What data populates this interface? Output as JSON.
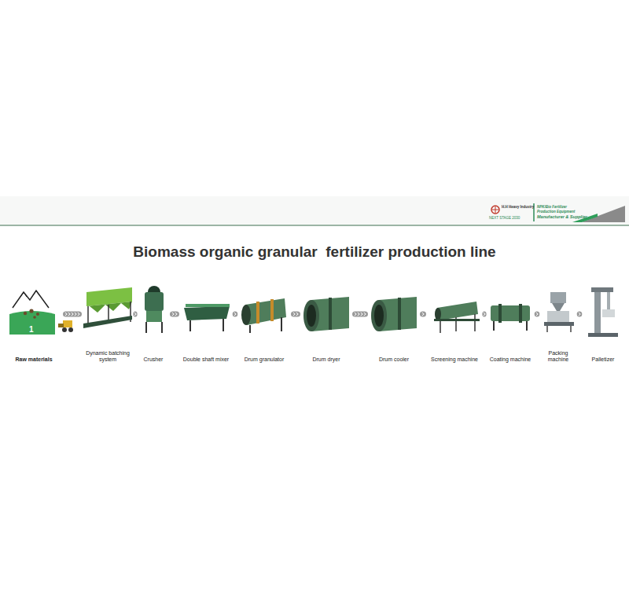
{
  "diagram": {
    "title": "Biomass organic granular  fertilizer production line",
    "nodes": [
      {
        "text": [
          "Raw materials"
        ]
      },
      {
        "text": [
          "Dynamic batching system"
        ]
      },
      {
        "text": [
          "Crusher"
        ]
      },
      {
        "text": [
          "Double shaft mixer"
        ]
      },
      {
        "text": [
          "Drum granulator"
        ]
      },
      {
        "text": [
          "Drum dryer"
        ]
      },
      {
        "text": [
          "Drum cooler"
        ]
      },
      {
        "text": [
          "Screening machine"
        ]
      },
      {
        "text": [
          "Coating machine"
        ]
      },
      {
        "text": [
          "Packing machine"
        ]
      },
      {
        "text": [
          "Palletizer"
        ]
      }
    ],
    "edges": [
      {
        "from": 0,
        "to": 1,
        "arrow": "to"
      },
      {
        "from": 1,
        "to": 2,
        "arrow": "to"
      },
      {
        "from": 2,
        "to": 3,
        "arrow": "to"
      },
      {
        "from": 3,
        "to": 4,
        "arrow": "to"
      },
      {
        "from": 4,
        "to": 5,
        "arrow": "to"
      },
      {
        "from": 5,
        "to": 6,
        "arrow": "to"
      },
      {
        "from": 6,
        "to": 7,
        "arrow": "to"
      },
      {
        "from": 7,
        "to": 8,
        "arrow": "to"
      },
      {
        "from": 8,
        "to": 9,
        "arrow": "to"
      },
      {
        "from": 9,
        "to": 10,
        "arrow": "to"
      }
    ],
    "labels": [
      "1",
      "H.H Heavy Industry",
      "NEXT STAGE 2030",
      "NPK/Bio Fertilizer Production Equipment",
      "Manufacturer & Supplier"
    ]
  }
}
